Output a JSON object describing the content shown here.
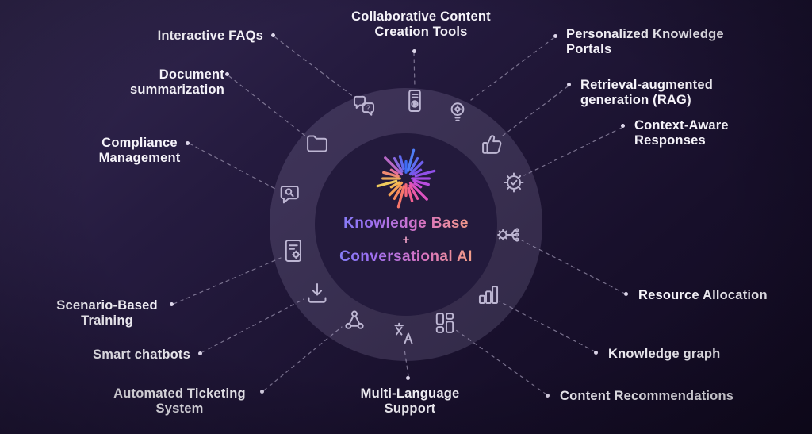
{
  "center": {
    "line1": "Knowledge Base",
    "plus": "+",
    "line2": "Conversational AI"
  },
  "nodes": [
    {
      "label": "Collaborative Content Creation Tools",
      "icon": "document-media-icon"
    },
    {
      "label": "Personalized Knowledge Portals",
      "icon": "lightbulb-gear-icon"
    },
    {
      "label": "Retrieval-augmented generation (RAG)",
      "icon": "thumbs-up-icon"
    },
    {
      "label": "Context-Aware Responses",
      "icon": "gear-check-icon"
    },
    {
      "label": "Resource Allocation",
      "icon": "gear-branch-icon"
    },
    {
      "label": "Knowledge graph",
      "icon": "bar-chart-icon"
    },
    {
      "label": "Content Recommendations",
      "icon": "layout-blocks-icon"
    },
    {
      "label": "Multi-Language Support",
      "icon": "translate-icon"
    },
    {
      "label": "Automated Ticketing System",
      "icon": "network-nodes-icon"
    },
    {
      "label": "Smart chatbots",
      "icon": "download-icon"
    },
    {
      "label": "Scenario-Based Training",
      "icon": "document-gear-icon"
    },
    {
      "label": "Compliance Management",
      "icon": "chat-search-icon"
    },
    {
      "label": "Document summarization",
      "icon": "folder-icon"
    },
    {
      "label": "Interactive FAQs",
      "icon": "chat-question-icon"
    }
  ],
  "colors": {
    "background_top": "#352a53",
    "background_bottom": "#120b21",
    "ring": "#bcb4da",
    "label_text": "#f5f3f9",
    "connector": "#9a92ae",
    "title_gradient": [
      "#6a8ef8",
      "#9a70f3",
      "#d873c2",
      "#f29a8a",
      "#f8c98c"
    ],
    "logo_palette": [
      "#3d6bf5",
      "#4f7df6",
      "#5f6df2",
      "#6f5fef",
      "#7f55ec",
      "#9150e9",
      "#a44ce4",
      "#b84cdd",
      "#cb4ed2",
      "#dd52c0",
      "#ea58a8",
      "#f25f90",
      "#f6687c",
      "#f7766a",
      "#f78a5e",
      "#f6a256",
      "#f4b953",
      "#efcb5d",
      "#e8a95e",
      "#ef8a71",
      "#e4709b",
      "#b868c6",
      "#8868e0",
      "#5f6af0"
    ]
  }
}
